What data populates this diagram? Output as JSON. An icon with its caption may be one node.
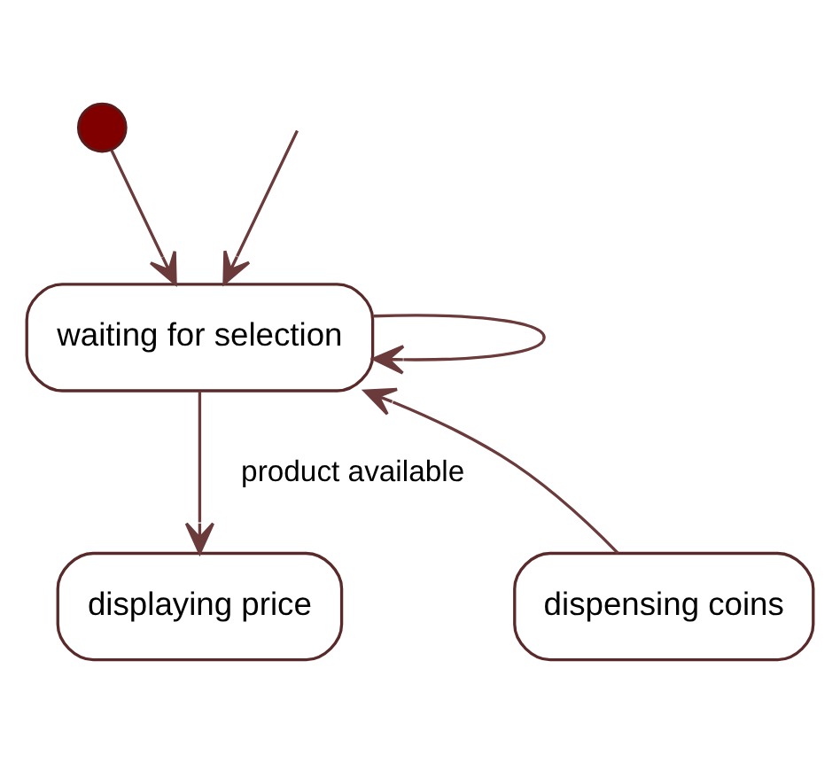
{
  "diagram": {
    "nodes": [
      {
        "text": [],
        "shape": "circle"
      },
      {
        "text": [
          "waiting for selection"
        ]
      },
      {
        "text": [
          "displaying price"
        ]
      },
      {
        "text": [
          "dispensing coins"
        ]
      }
    ],
    "edges": [
      {
        "from": 0,
        "to": 1,
        "arrow": "to"
      },
      {
        "from": 1,
        "to": 1,
        "arrow": "to"
      },
      {
        "from": 1,
        "to": 2,
        "arrow": "to",
        "label": "product available"
      },
      {
        "from": 3,
        "to": 1,
        "arrow": "to"
      },
      {
        "from": null,
        "to": 1,
        "arrow": "to"
      }
    ]
  }
}
